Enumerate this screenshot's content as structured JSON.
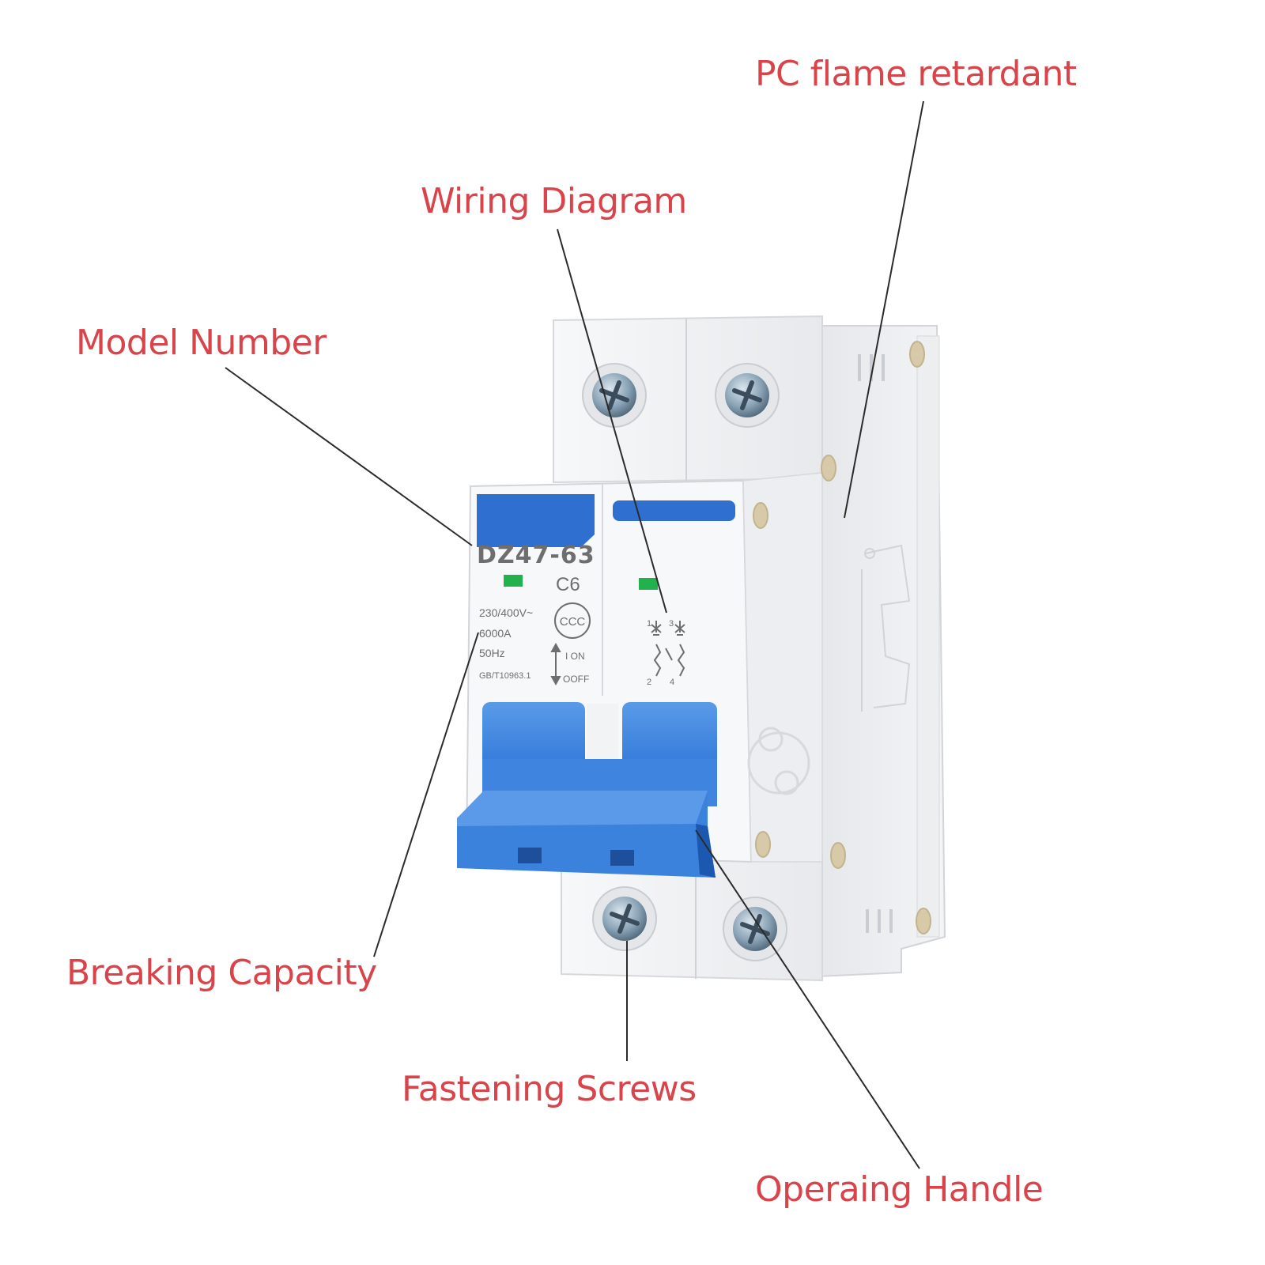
{
  "colors": {
    "label": "#d9434a",
    "leader": "#2b2b2b",
    "body": "#f1f2f4",
    "shade": "#dadce0",
    "blue": "#2f77d8",
    "blue_dark": "#1d58b0",
    "blue_light": "#5a9ae8",
    "indicator": "#22b14c"
  },
  "callouts": {
    "pc_flame": "PC flame retardant",
    "wiring": "Wiring Diagram",
    "model": "Model Number",
    "breaking": "Breaking Capacity",
    "screws": "Fastening Screws",
    "handle": "Operaing Handle"
  },
  "breaker": {
    "model": "DZ47-63",
    "curve": "C6",
    "voltage": "230/400V~",
    "capacity": "6000A",
    "frequency": "50Hz",
    "standard": "GB/T10963.1",
    "on_label": "I ON",
    "off_label": "OOFF",
    "cert_mark": "CCC",
    "terminal_1": "1",
    "terminal_2": "2",
    "terminal_3": "3",
    "terminal_4": "4"
  }
}
